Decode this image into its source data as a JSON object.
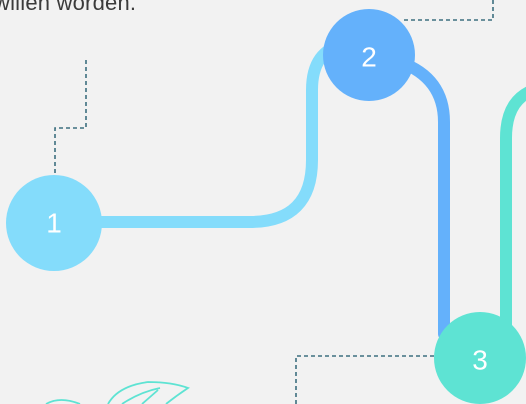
{
  "intro_text": "willen worden.",
  "colors": {
    "background": "#f2f2f2",
    "step1": "#84dcfb",
    "step2": "#64b1fb",
    "step3": "#5ee3d3",
    "connector": "#3d6f7f",
    "leaf": "#5ee3d3"
  },
  "steps": [
    {
      "number": "1"
    },
    {
      "number": "2"
    },
    {
      "number": "3"
    }
  ],
  "decoration": "leaf-icon"
}
